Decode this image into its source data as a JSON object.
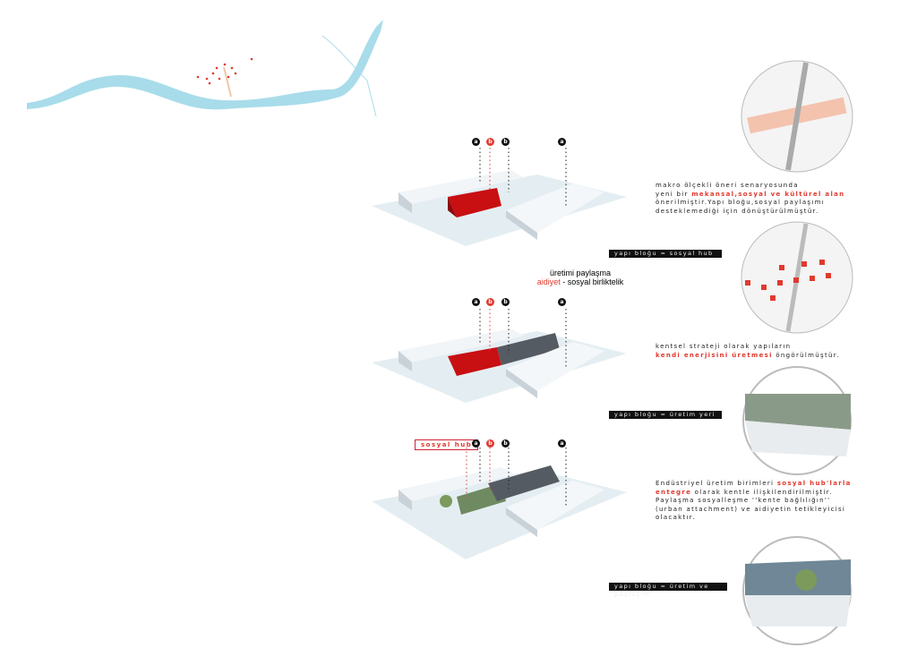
{
  "labels": {
    "a": "a",
    "b": "b"
  },
  "step1": {
    "description_lines": [
      {
        "plain": "makro ölçekli öneri senaryosunda",
        "red": ""
      },
      {
        "plain": "yeni bir ",
        "red": "mekansal,sosyal ve kültürel alan"
      },
      {
        "plain": "önerilmiştir.Yapı bloğu,sosyal paylaşımı",
        "red": ""
      },
      {
        "plain": "desteklemediği için dönüştürülmüştür.",
        "red": ""
      }
    ],
    "bar_label": "yapı bloğu = sosyal hub"
  },
  "center_caption": {
    "line1": "üretimi paylaşma",
    "line2_red": "aidiyet",
    "line2_rest": " - sosyal birliktelik"
  },
  "step2": {
    "line1": "kentsel strateji olarak yapıların",
    "line2_red": "kendi enerjisini üretmesi",
    "line2_rest": " öngörülmüştür.",
    "bar_label": "yapı bloğu = üretim yeri"
  },
  "step3": {
    "hub_label": "sosyal hub",
    "line1_plain": "Endüstriyel üretim birimleri ",
    "line1_red": "sosyal hub'larla",
    "line2_red": "entegre",
    "line2_rest": " olarak kentle ilişkilendirilmiştir.",
    "line3": "Paylaşma sosyalleşme ''kente bağlılığın''",
    "line4": "(urban attachment) ve aidiyetin tetikleyicisi",
    "line5": "olacaktır.",
    "bar_label": "yapı bloğu = üretim ve paylaşım"
  },
  "colors": {
    "accent": "#e03a2f",
    "river": "#a8dcea",
    "ground": "#e4eef2"
  }
}
